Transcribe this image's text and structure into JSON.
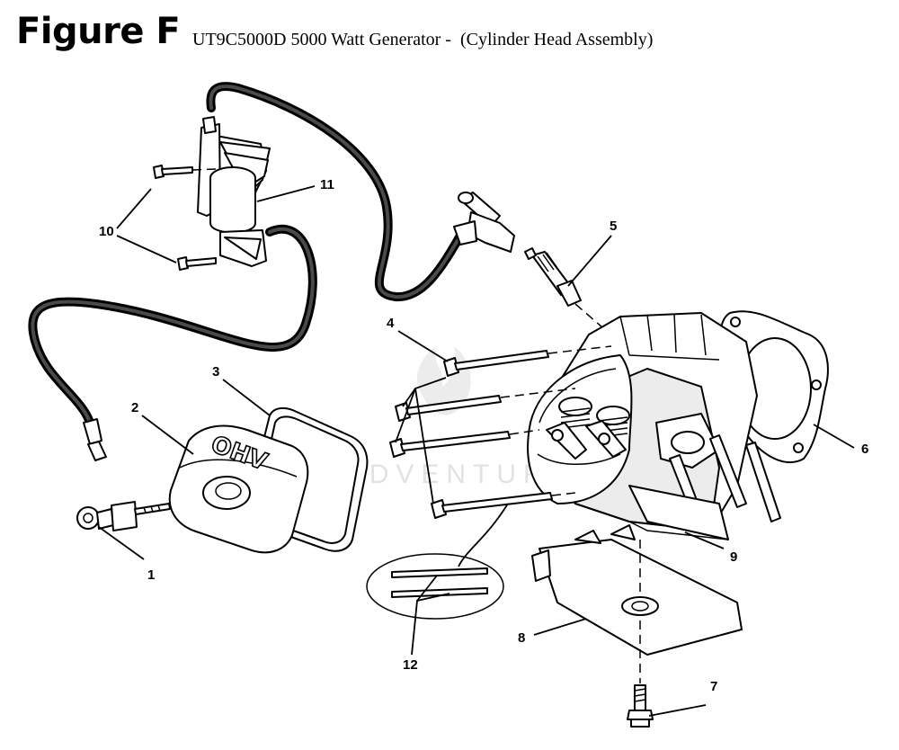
{
  "header": {
    "figure": "Figure F",
    "model": "UT9C5000D 5000 Watt Generator -",
    "assembly": "(Cylinder Head Assembly)"
  },
  "watermark": "LEADVENTURE",
  "labels": {
    "valve_cover": "OHV"
  },
  "callouts": [
    "1",
    "2",
    "3",
    "4",
    "5",
    "6",
    "7",
    "8",
    "9",
    "10",
    "11",
    "12"
  ]
}
